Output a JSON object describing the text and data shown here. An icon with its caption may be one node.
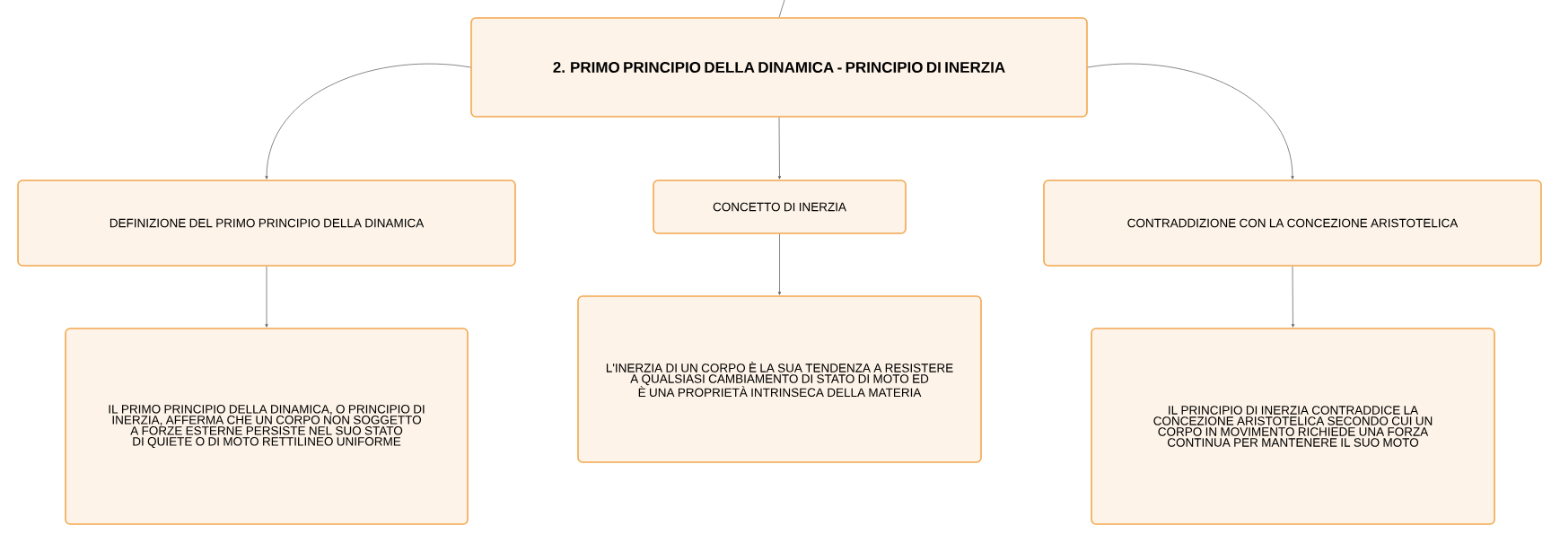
{
  "diagram": {
    "nodes": [
      {
        "text": [
          "2. PRIMO PRINCIPIO DELLA DINAMICA - PRINCIPIO DI INERZIA"
        ]
      },
      {
        "text": [
          "DEFINIZIONE DEL PRIMO PRINCIPIO DELLA DINAMICA"
        ]
      },
      {
        "text": [
          "CONCETTO DI INERZIA"
        ]
      },
      {
        "text": [
          "CONTRADDIZIONE CON LA CONCEZIONE ARISTOTELICA"
        ]
      },
      {
        "text": [
          "IL PRIMO PRINCIPIO DELLA DINAMICA, O PRINCIPIO DI INERZIA, AFFERMA CHE UN CORPO NON SOGGETTO A FORZE ESTERNE PERSISTE NEL SUO STATO DI QUIETE O DI MOTO RETTILINEO UNIFORME"
        ]
      },
      {
        "text": [
          "L'INERZIA DI UN CORPO È LA SUA TENDENZA A RESISTERE A QUALSIASI CAMBIAMENTO DI STATO DI MOTO ED È UNA PROPRIETÀ INTRINSECA DELLA MATERIA"
        ]
      },
      {
        "text": [
          "IL PRINCIPIO DI INERZIA CONTRADDICE LA CONCEZIONE ARISTOTELICA SECONDO CUI UN CORPO IN MOVIMENTO RICHIEDE UNA FORZA CONTINUA PER MANTENERE IL SUO MOTO"
        ]
      }
    ],
    "edges": [
      {
        "from": null,
        "to": 0,
        "arrow": "none"
      },
      {
        "from": 0,
        "to": 1,
        "arrow": "to"
      },
      {
        "from": 0,
        "to": 2,
        "arrow": "to"
      },
      {
        "from": 0,
        "to": 3,
        "arrow": "to"
      },
      {
        "from": 1,
        "to": 4,
        "arrow": "to"
      },
      {
        "from": 2,
        "to": 5,
        "arrow": "to"
      },
      {
        "from": 3,
        "to": 6,
        "arrow": "to"
      }
    ]
  }
}
